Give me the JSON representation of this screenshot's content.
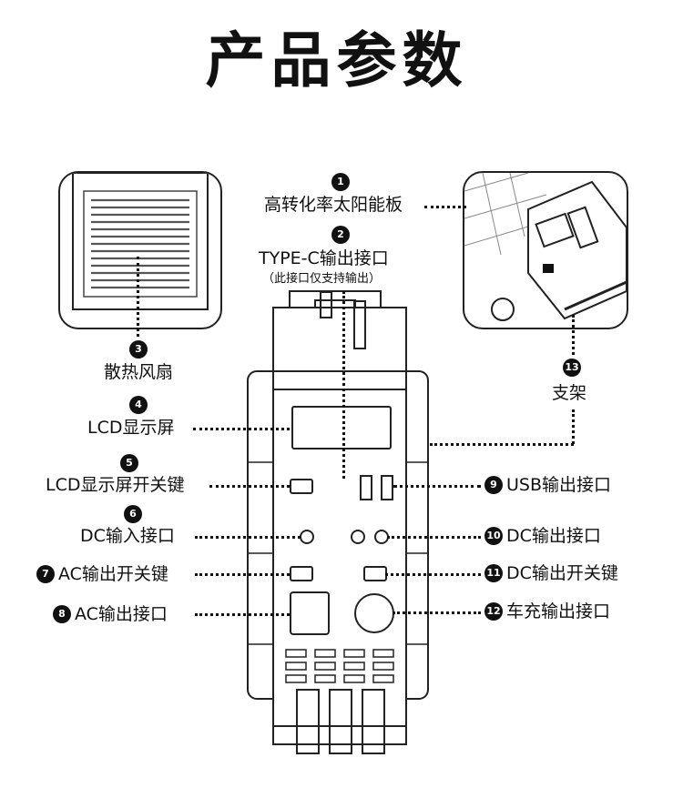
{
  "title": "产品参数",
  "callouts": [
    {
      "num": "1",
      "label": "高转化率太阳能板"
    },
    {
      "num": "2",
      "label": "TYPE-C输出接口",
      "note": "（此接口仅支持输出）"
    },
    {
      "num": "3",
      "label": "散热风扇"
    },
    {
      "num": "4",
      "label": "LCD显示屏"
    },
    {
      "num": "5",
      "label": "LCD显示屏开关键"
    },
    {
      "num": "6",
      "label": "DC输入接口"
    },
    {
      "num": "7",
      "label": "AC输出开关键"
    },
    {
      "num": "8",
      "label": "AC输出接口"
    },
    {
      "num": "9",
      "label": "USB输出接口"
    },
    {
      "num": "10",
      "label": "DC输出接口"
    },
    {
      "num": "11",
      "label": "DC输出开关键"
    },
    {
      "num": "12",
      "label": "车充输出接口"
    },
    {
      "num": "13",
      "label": "支架"
    }
  ]
}
